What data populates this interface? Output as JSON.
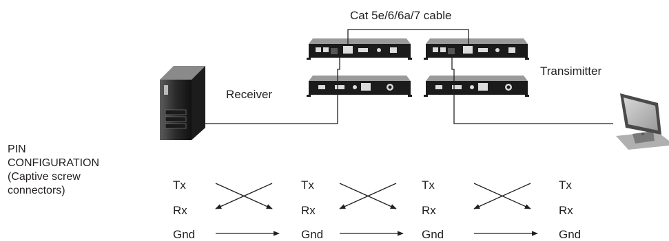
{
  "labels": {
    "cable": "Cat 5e/6/6a/7 cable",
    "receiver": "Receiver",
    "transmitter": "Transimitter"
  },
  "pin_config": {
    "lines": [
      "PIN",
      "CONFIGURATION",
      "(Captive screw",
      "connectors)"
    ]
  },
  "signals": {
    "tx": "Tx",
    "rx": "Rx",
    "gnd": "Gnd"
  }
}
